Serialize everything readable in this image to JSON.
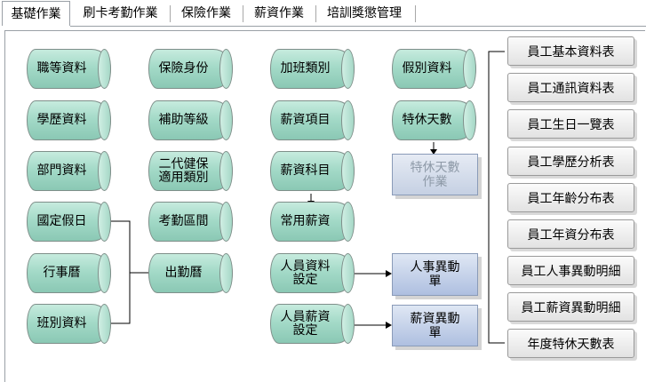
{
  "tabs": [
    "基礎作業",
    "刷卡考勤作業",
    "保險作業",
    "薪資作業",
    "培訓獎懲管理"
  ],
  "col1": [
    "職等資料",
    "學歷資料",
    "部門資料",
    "國定假日",
    "行事曆",
    "班別資料"
  ],
  "col2": [
    "保險身份",
    "補助等級",
    "二代健保\n適用類別",
    "考勤區間",
    "出勤曆"
  ],
  "col3": [
    "加班類別",
    "薪資項目",
    "薪資科目",
    "常用薪資",
    "人員資料\n設定",
    "人員薪資\n設定"
  ],
  "col4": [
    "假別資料",
    "特休天數"
  ],
  "actions": {
    "special_leave_job": "特休天數\n作業",
    "personnel_change": "人事異動\n單",
    "salary_change": "薪資異動\n單"
  },
  "reports": [
    "員工基本資料表",
    "員工通訊資料表",
    "員工生日一覽表",
    "員工學歷分析表",
    "員工年齡分布表",
    "員工年資分布表",
    "員工人事異動明細",
    "員工薪資異動明細",
    "年度特休天數表"
  ],
  "colors": {
    "cylinder": "#a4dac8",
    "action_box": "#aebfe0",
    "disabled_text": "#8e9aa8",
    "report_button": "#f0f0f0"
  }
}
